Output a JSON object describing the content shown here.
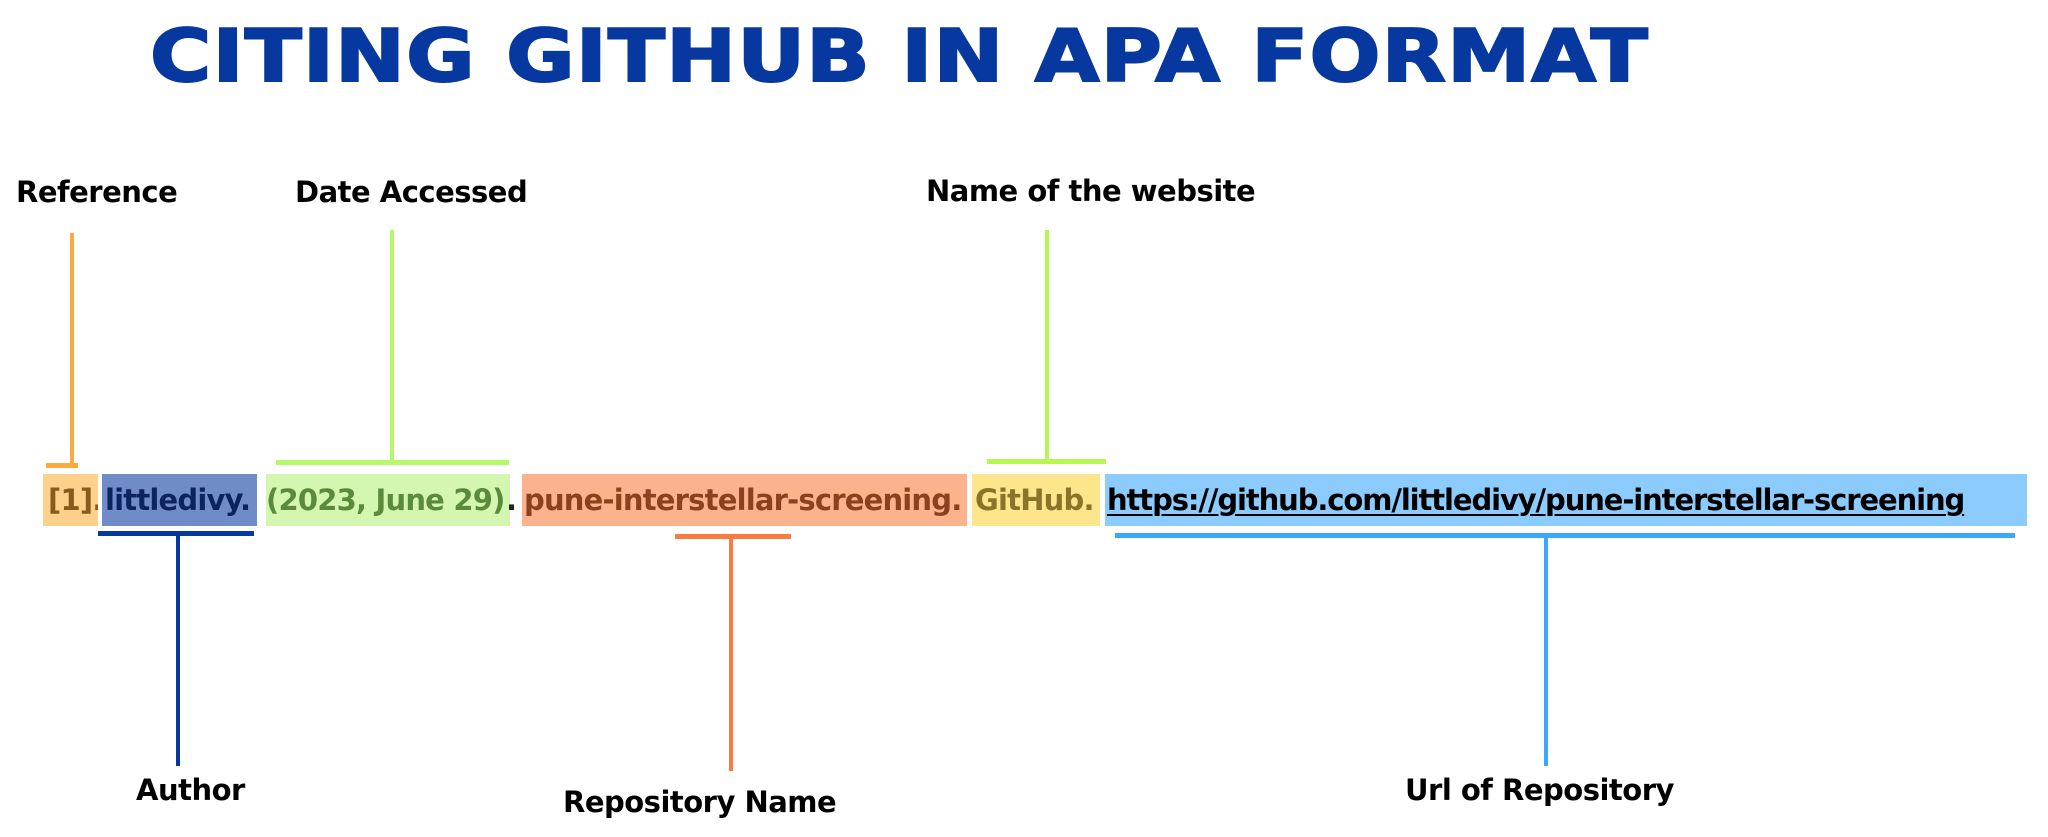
{
  "title": "CITING GITHUB IN APA FORMAT",
  "colors": {
    "title": "#0638a0",
    "reference": {
      "box": "#fdd08c",
      "text": "#8a5a1c",
      "line": "#fbab3e"
    },
    "author": {
      "box": "#6f8cc8",
      "text": "#0b2460",
      "line": "#0638a0"
    },
    "date": {
      "box": "#d3f7b0",
      "text": "#5b8a3c",
      "line": "#b5f86a"
    },
    "repository": {
      "box": "#fbb38d",
      "text": "#8c4020",
      "line": "#f97c40"
    },
    "website": {
      "box": "#fde58c",
      "text": "#8a7428",
      "line": "#b5f851"
    },
    "url": {
      "box": "#8ccbfd",
      "text": "#000000",
      "line": "#3aa8fb"
    }
  },
  "labels": {
    "reference": "Reference",
    "date_accessed": "Date Accessed",
    "website_name": "Name of the website",
    "author": "Author",
    "repository_name": "Repository Name",
    "url": "Url of Repository"
  },
  "citation": {
    "reference": "[1].",
    "author": "littledivy.",
    "date": "(2023, June 29)",
    "date_period": ".",
    "repository": "pune-interstellar-screening.",
    "website": "GitHub.",
    "url": "https://github.com/littledivy/pune-interstellar-screening"
  }
}
